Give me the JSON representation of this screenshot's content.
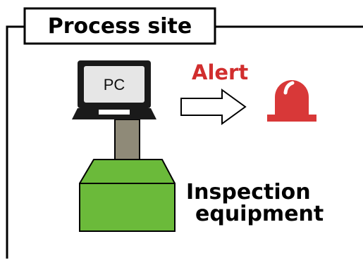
{
  "frame": {
    "title": "Process site"
  },
  "pc": {
    "label": "PC"
  },
  "alert": {
    "label": "Alert",
    "color": "#d12e2e"
  },
  "lamp": {
    "icon": "warning-lamp-icon",
    "color": "#d83838"
  },
  "equipment": {
    "label_line1": "Inspection",
    "label_line2": "equipment",
    "color": "#6bba3a"
  },
  "connector": {
    "color": "#8f8a78"
  }
}
